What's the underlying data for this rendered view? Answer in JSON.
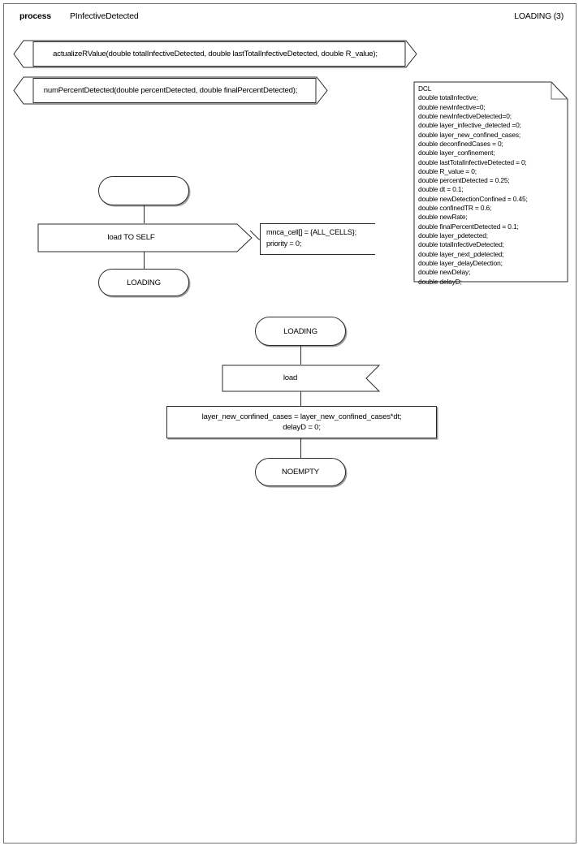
{
  "header": {
    "keyword": "process",
    "process_name": "PInfectiveDetected",
    "page_label": "LOADING (3)"
  },
  "procedures": [
    {
      "name": "actualizeRValue-procedure",
      "text": "actualizeRValue(double totalInfectiveDetected, double lastTotalInfectiveDetected, double R_value);"
    },
    {
      "name": "numPercentDetected-procedure",
      "text": "numPercentDetected(double percentDetected, double finalPercentDetected);"
    }
  ],
  "declaration": {
    "title": "DCL",
    "lines": "DCL\ndouble totalInfective;\ndouble newInfective=0;\ndouble newInfectiveDetected=0;\ndouble layer_infective_detected =0;\ndouble layer_new_confined_cases;\ndouble deconfinedCases = 0;\ndouble layer_confinement;\ndouble lastTotalInfectiveDetected = 0;\ndouble R_value = 0;\ndouble percentDetected = 0.25;\ndouble dt = 0.1;\ndouble newDetectionConfined = 0.45;\ndouble confinedTR = 0.6;\ndouble newRate;\ndouble finalPercentDetected = 0.1;\ndouble layer_pdetected;\ndouble totalInfectiveDetected;\ndouble layer_next_pdetected;\ndouble layer_delayDetection;\ndouble newDelay;\ndouble delayD;",
    "variables": [
      "double totalInfective;",
      "double newInfective=0;",
      "double newInfectiveDetected=0;",
      "double layer_infective_detected =0;",
      "double layer_new_confined_cases;",
      "double deconfinedCases = 0;",
      "double layer_confinement;",
      "double lastTotalInfectiveDetected = 0;",
      "double R_value = 0;",
      "double percentDetected = 0.25;",
      "double dt = 0.1;",
      "double newDetectionConfined = 0.45;",
      "double confinedTR = 0.6;",
      "double newRate;",
      "double finalPercentDetected = 0.1;",
      "double layer_pdetected;",
      "double totalInfectiveDetected;",
      "double layer_next_pdetected;",
      "double layer_delayDetection;",
      "double newDelay;",
      "double delayD;"
    ]
  },
  "flow_upper": {
    "start_state": "",
    "output": "load TO SELF",
    "comment": "mnca_cell[] = {ALL_CELLS};\npriority = 0;",
    "next_state": "LOADING"
  },
  "flow_lower": {
    "state": "LOADING",
    "input": "load",
    "task": "layer_new_confined_cases = layer_new_confined_cases*dt;\ndelayD = 0;",
    "next_state": "NOEMPTY"
  },
  "colors": {
    "stroke": "#2b2b2b",
    "shadow": "#9a9a9e",
    "frame": "#6e6e72",
    "background": "#ffffff"
  }
}
